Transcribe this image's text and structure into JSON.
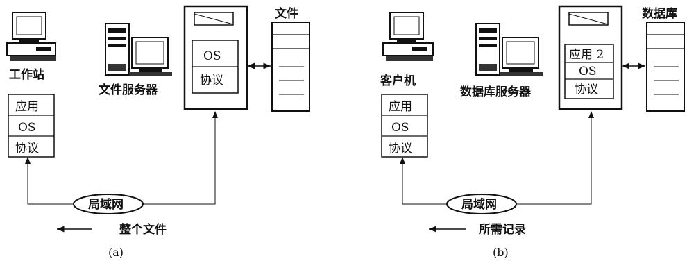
{
  "panel_a": {
    "workstation_label": "工作站",
    "file_server_label": "文件服务器",
    "files_label": "文件",
    "client_stack": [
      "应用",
      "OS",
      "协议"
    ],
    "server_stack": [
      "OS",
      "协议"
    ],
    "lan_label": "局域网",
    "transfer_label": "整个文件",
    "caption": "(a)"
  },
  "panel_b": {
    "client_label": "客户机",
    "db_server_label": "数据库服务器",
    "db_label": "数据库",
    "client_stack": [
      "应用",
      "OS",
      "协议"
    ],
    "server_stack": [
      "应用 2",
      "OS",
      "协议"
    ],
    "lan_label": "局域网",
    "transfer_label": "所需记录",
    "caption": "(b)"
  }
}
